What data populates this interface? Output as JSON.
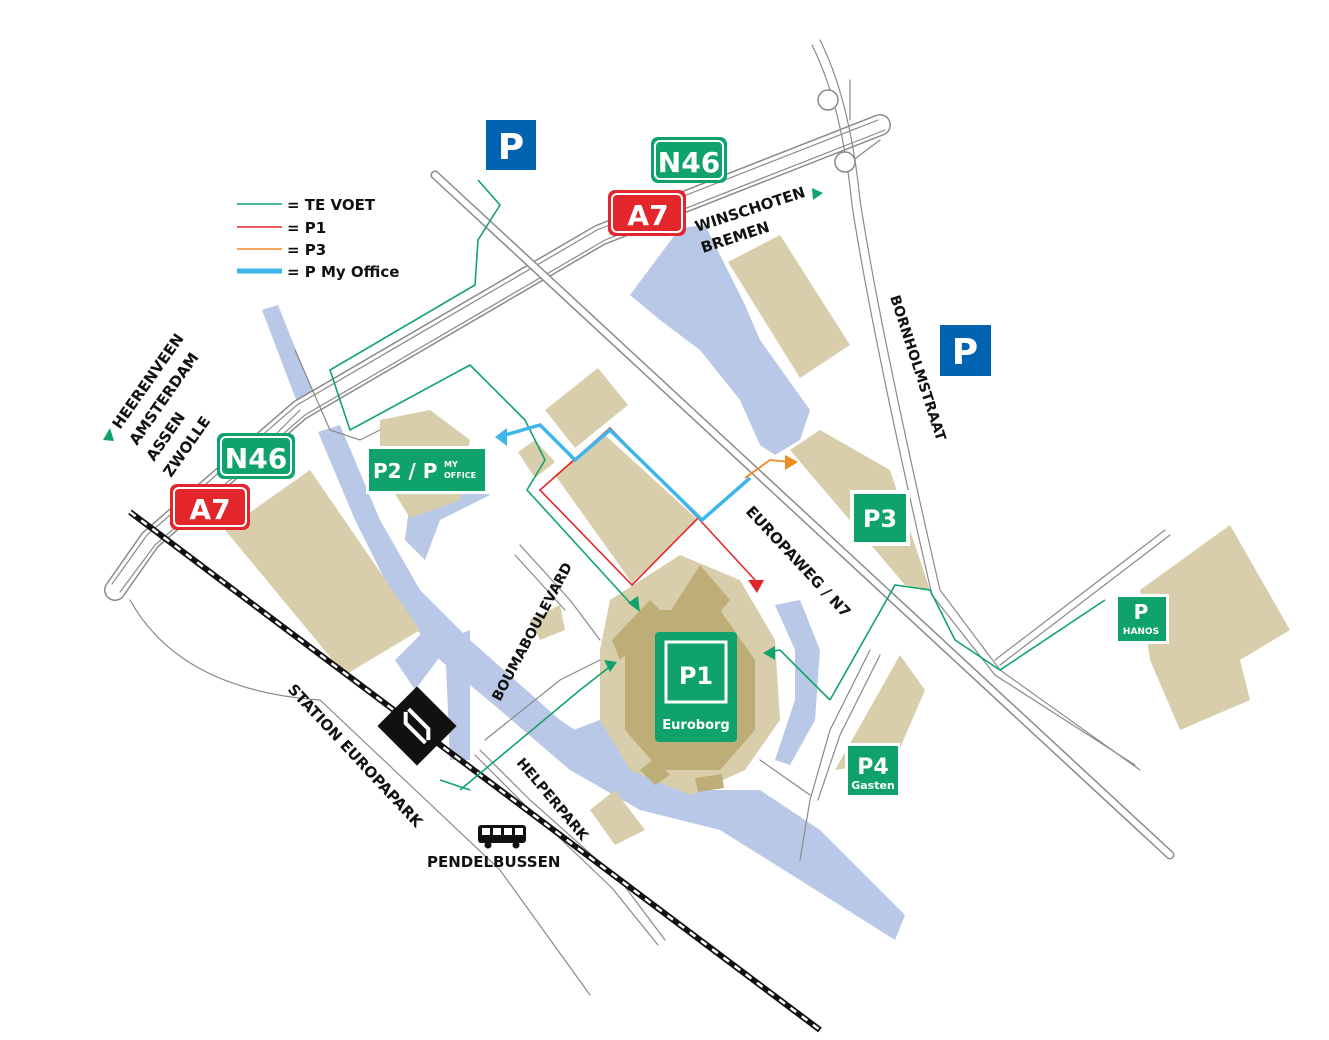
{
  "colors": {
    "walk": "#10a36b",
    "p1_route": "#e3262b",
    "p3_route": "#f08a24",
    "my_office_route": "#3fb6ea",
    "water": "#b9c8e6",
    "building": "#d9ceab",
    "stadium": "#bdae78",
    "parking_blue": "#0063b0",
    "green_badge": "#0fa36b",
    "red_badge": "#e3262b"
  },
  "legend": [
    {
      "label": "= TE VOET",
      "route": "walk"
    },
    {
      "label": "= P1",
      "route": "p1"
    },
    {
      "label": "= P3",
      "route": "p3"
    },
    {
      "label": "= P My Office",
      "route": "my_office"
    }
  ],
  "road_signs": {
    "n46_top": "N46",
    "a7_top": "A7",
    "n46_left": "N46",
    "a7_left": "A7"
  },
  "destinations": {
    "east_line1": "WINSCHOTEN",
    "east_line2": "BREMEN",
    "west": [
      "HEERENVEEN",
      "AMSTERDAM",
      "ASSEN",
      "ZWOLLE"
    ]
  },
  "streets": {
    "bornholmstraat": "BORNHOLMSTRAAT",
    "europaweg": "EUROPAWEG / N7",
    "boumaboulevard": "BOUMABOULEVARD",
    "helperpark": "HELPERPARK",
    "station": "STATION EUROPAPARK",
    "bus": "PENDELBUSSEN"
  },
  "parking": {
    "blue_p": "P",
    "p2_main": "P2 / P",
    "p2_sup_line1": "MY",
    "p2_sup_line2": "OFFICE",
    "p1": "P1",
    "p1_sub": "Euroborg",
    "p3": "P3",
    "p4": "P4",
    "p4_sub": "Gasten",
    "hanos": "P",
    "hanos_sub": "HANOS"
  }
}
